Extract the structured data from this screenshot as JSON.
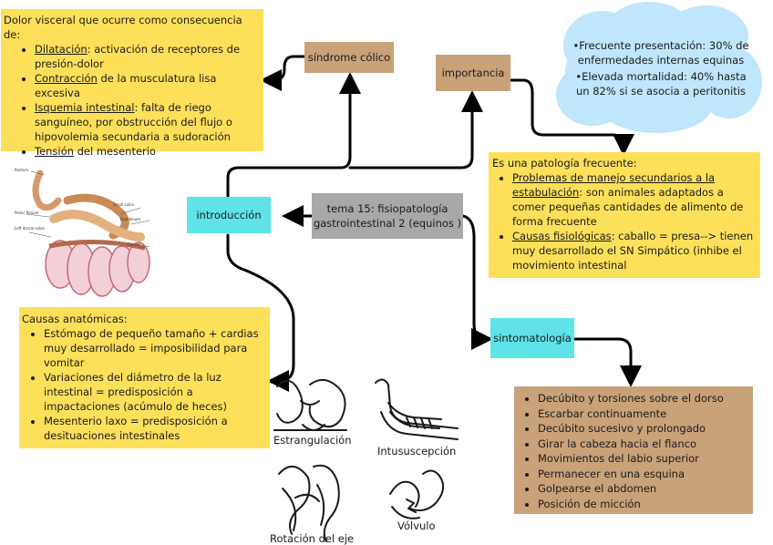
{
  "center": {
    "label": "tema 15: fisiopatología gastrointestinal 2 (equinos )"
  },
  "intro": {
    "label": "introducción"
  },
  "sindrome": {
    "label": "síndrome cólico"
  },
  "importancia": {
    "label": "importancia"
  },
  "sintomatologia": {
    "label": "sintomatología"
  },
  "visceral": {
    "intro": "Dolor visceral que ocurre como consecuencia de:",
    "items": [
      {
        "term": "Dilatación",
        "rest": ": activación de receptores de presión-dolor"
      },
      {
        "term": "Contracción",
        "rest": " de la musculatura lisa excesiva"
      },
      {
        "term": "Isquemia intestinal",
        "rest": ": falta de riego sanguíneo, por obstrucción del flujo o hipovolemia secundaria a sudoración"
      },
      {
        "term": "Tensión",
        "rest": " del mesenterio"
      }
    ]
  },
  "cloud": {
    "line1": "•Frecuente presentación: 30% de enfermedades internas equinas",
    "line2": "•Elevada mortalidad: 40% hasta un 82% si se asocia a peritonitis"
  },
  "frecuente": {
    "intro": "Es una patología frecuente:",
    "items": [
      {
        "term": "Problemas de manejo secundarios a la estabulación",
        "rest": ": son animales adaptados a comer pequeñas cantidades de alimento de forma frecuente"
      },
      {
        "term": "Causas fisiológicas",
        "rest": ": caballo = presa--> tienen muy desarrollado el SN Simpático (inhibe el movimiento intestinal"
      }
    ]
  },
  "anatomicas": {
    "intro": "Causas anatómicas:",
    "items": [
      "Estómago de pequeño tamaño + cardias muy desarrollado = imposibilidad para vomitar",
      "Variaciones del diámetro de la luz intestinal = predisposición a impactaciones (acúmulo de heces)",
      "Mesenterio laxo = predisposición a desituaciones intestinales"
    ]
  },
  "sintomas": {
    "items": [
      "Decúbito y torsiones sobre el dorso",
      "Escarbar continuamente",
      "Decúbito sucesivo y prolongado",
      "Girar la cabeza hacia el flanco",
      "Movimientos del labio superior",
      "Permanecer en una esquina",
      "Golpearse el abdomen",
      "Posición de micción"
    ]
  },
  "images": {
    "captions": [
      "Estrangulación",
      "Intususcepción",
      "Rotación del eje",
      "Vólvulo"
    ]
  },
  "colors": {
    "yellow": "#fde05a",
    "tan": "#c9a279",
    "cyan": "#5fe3e8",
    "gray": "#a8a8a8",
    "cloud": "#bfe6fb"
  }
}
